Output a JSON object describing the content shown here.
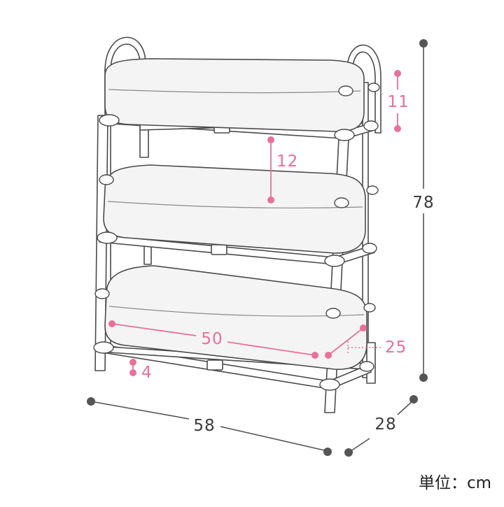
{
  "diagram": {
    "dimensions": {
      "width": "58",
      "depth": "28",
      "height": "78",
      "shelf_gap": "12",
      "top_clearance": "11",
      "inner_width": "50",
      "inner_depth": "25",
      "bottom_clearance": "4"
    },
    "unit_label": "単位：cm",
    "colors": {
      "dimension_gray": "#555555",
      "dimension_pink": "#e8709a",
      "outline": "#4a4a4a",
      "cushion_fill": "#f4f4f4"
    }
  }
}
